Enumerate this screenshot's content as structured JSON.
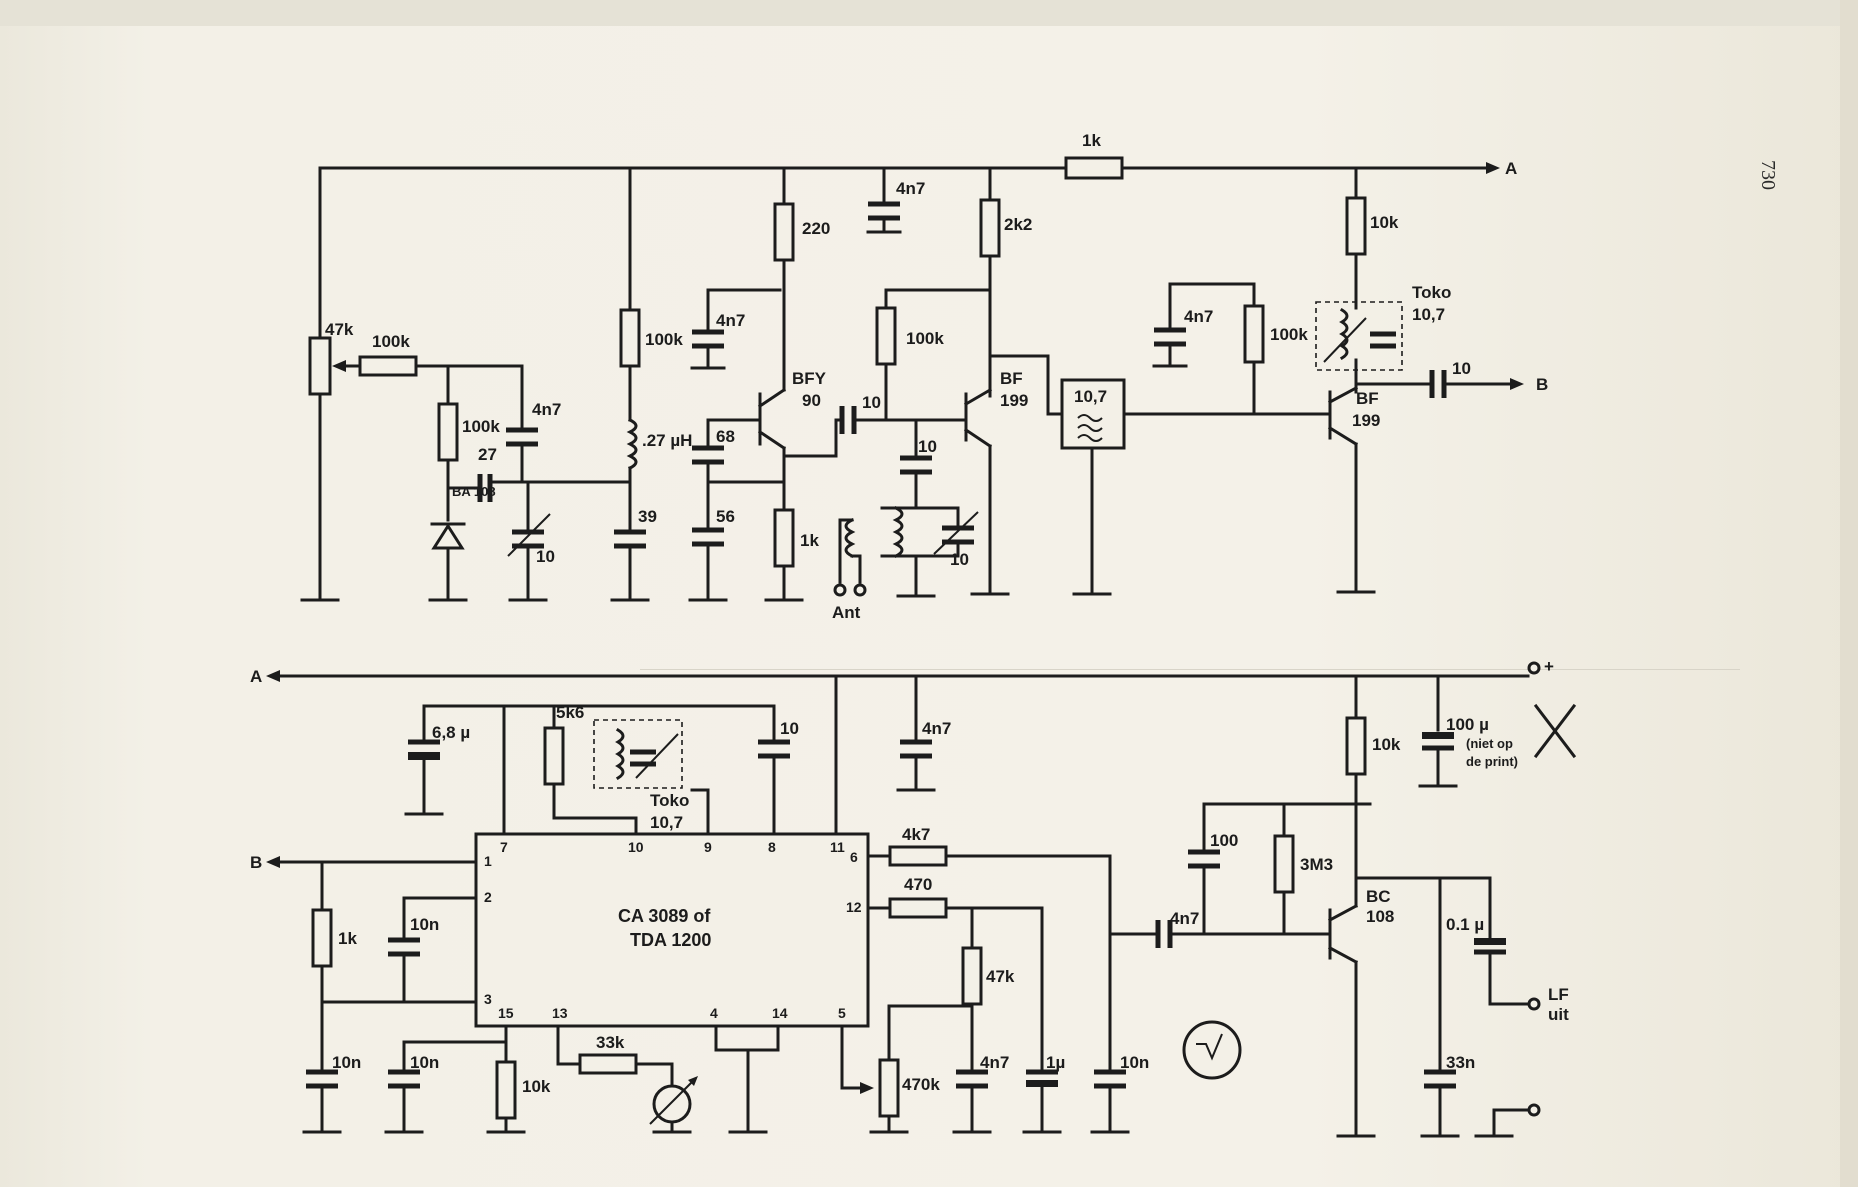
{
  "page": {
    "number": "730"
  },
  "top_circuit": {
    "rail_label": "A",
    "output_label": "B",
    "pot": "47k",
    "resistors": [
      "100k",
      "100k",
      "100k",
      "100k",
      "220",
      "1k",
      "2k2",
      "1k",
      "10k",
      "100k"
    ],
    "capacitors": [
      "4n7",
      "27",
      "10",
      "39",
      "4n7",
      "68",
      "56",
      "10",
      "10",
      "10",
      "4n7",
      "4n7",
      "10"
    ],
    "diode": "BA 108",
    "coil": ".27 µH",
    "transistor1": {
      "line1": "BFY",
      "line2": "90"
    },
    "transistor2": {
      "line1": "BF",
      "line2": "199"
    },
    "transistor3": {
      "line1": "BF",
      "line2": "199"
    },
    "filter": "10,7",
    "if_transformer": {
      "line1": "Toko",
      "line2": "10,7"
    },
    "antenna": "Ant"
  },
  "bottom_circuit": {
    "rail_in_label": "A",
    "rail_plus_label": "+",
    "input_label": "B",
    "ic": {
      "line1": "CA 3089  of",
      "line2": "TDA 1200"
    },
    "pins": [
      "7",
      "10",
      "9",
      "8",
      "11",
      "1",
      "2",
      "3",
      "15",
      "13",
      "4",
      "14",
      "5",
      "6",
      "12"
    ],
    "resistors": [
      "5k6",
      "1k",
      "10k",
      "33k",
      "4k7",
      "470",
      "47k",
      "470k",
      "10k",
      "3M3"
    ],
    "capacitors": [
      "6,8 µ",
      "10",
      "4n7",
      "10n",
      "10n",
      "10n",
      "4n7",
      "1µ",
      "10n",
      "4n7",
      "100",
      "100 µ",
      "0.1 µ",
      "33n"
    ],
    "if_transformer": {
      "line1": "Toko",
      "line2": "10,7"
    },
    "transistor": {
      "line1": "BC",
      "line2": "108"
    },
    "elco_note": {
      "line1": "(niet op",
      "line2": "de print)"
    },
    "output": {
      "line1": "LF",
      "line2": "uit"
    }
  }
}
